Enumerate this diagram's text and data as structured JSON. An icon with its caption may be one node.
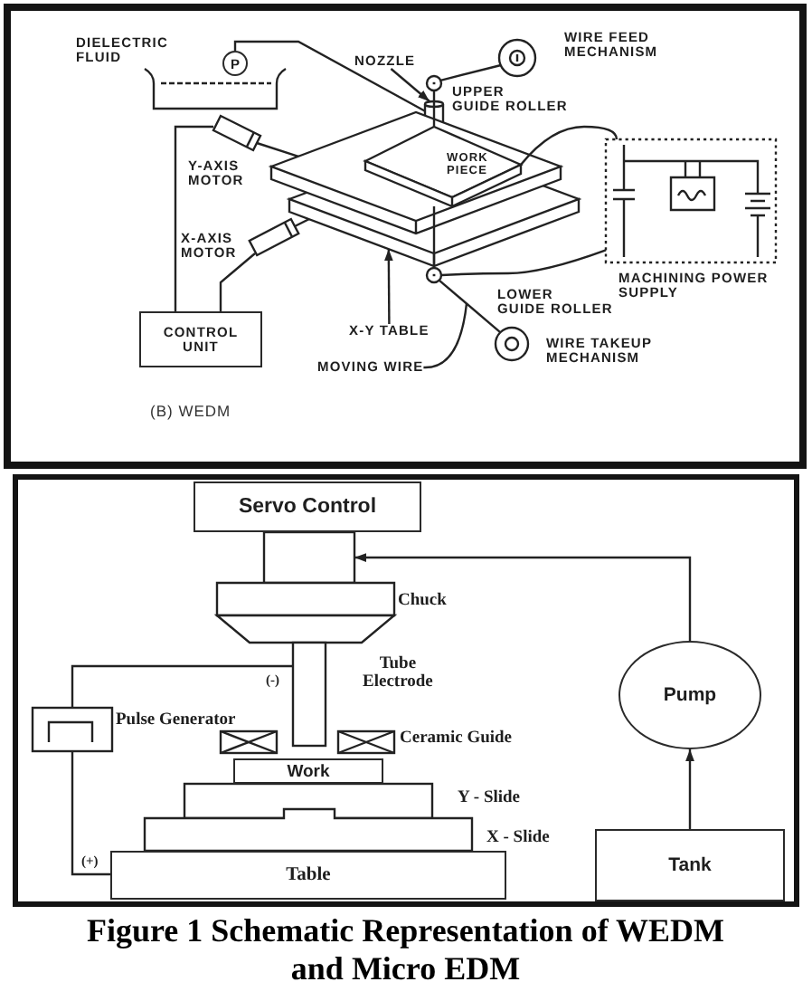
{
  "diagram": {
    "caption": "Figure 1 Schematic Representation of WEDM and Micro EDM",
    "nodes": [
      {
        "text": [],
        "shape": "circle",
        "beside": [
          "WIRE FEED MECHANISM"
        ]
      },
      {
        "text": [],
        "shape": "box",
        "beside": [
          "DIELECTRIC FLUID"
        ]
      },
      {
        "text": [
          "P"
        ]
      },
      {
        "text": [
          "NOZZLE"
        ]
      },
      {
        "text": [],
        "shape": "circle"
      },
      {
        "text": [],
        "shape": "cylinder"
      },
      {
        "text": [],
        "shape": "box"
      },
      {
        "text": [
          "WORK PIECE"
        ],
        "in": 6
      },
      {
        "text": [],
        "shape": "cylinder",
        "beside": [
          "Y-AXIS MOTOR"
        ]
      },
      {
        "text": [],
        "shape": "box",
        "beside": [
          "MACHINING POWER SUPPLY"
        ]
      },
      {
        "text": [],
        "shape": "cylinder",
        "beside": [
          "X-AXIS MOTOR"
        ]
      },
      {
        "text": [],
        "shape": "circle"
      },
      {
        "text": [
          "CONTROL UNIT"
        ]
      },
      {
        "text": [
          "X-Y TABLE"
        ]
      },
      {
        "text": [],
        "shape": "circle",
        "beside": [
          "WIRE TAKEUP MECHANISM"
        ]
      },
      {
        "text": [
          "MOVING WIRE"
        ]
      },
      {
        "text": [
          "Servo Control"
        ]
      },
      {
        "text": [],
        "shape": "box"
      },
      {
        "text": [],
        "shape": "box",
        "beside": [
          "Chuck"
        ]
      },
      {
        "text": [
          "Pump"
        ]
      },
      {
        "text": [],
        "shape": "box"
      },
      {
        "text": [],
        "shape": "box",
        "beside": [
          "Pulse Generator"
        ]
      },
      {
        "text": [],
        "shape": "box"
      },
      {
        "text": [],
        "shape": "box",
        "beside": [
          "Ceramic Guide"
        ]
      },
      {
        "text": [
          "Work"
        ]
      },
      {
        "text": [],
        "shape": "box"
      },
      {
        "text": [],
        "shape": "box",
        "beside": [
          "X - Slide"
        ]
      },
      {
        "text": [
          "Tank"
        ]
      },
      {
        "text": [
          "Table"
        ]
      }
    ],
    "edges": [
      {
        "from": 2,
        "to": 5,
        "arrow": "none"
      },
      {
        "from": 3,
        "to": 5,
        "arrow": "to"
      },
      {
        "from": 0,
        "to": 4,
        "arrow": "none"
      },
      {
        "from": 4,
        "to": 7,
        "arrow": "none"
      },
      {
        "from": 7,
        "to": 11,
        "arrow": "none"
      },
      {
        "from": 11,
        "to": 14,
        "arrow": "none"
      },
      {
        "from": 9,
        "to": 7,
        "arrow": "none"
      },
      {
        "from": 9,
        "to": 11,
        "arrow": "none"
      },
      {
        "from": 12,
        "to": 8,
        "arrow": "none"
      },
      {
        "from": 12,
        "to": 10,
        "arrow": "none"
      },
      {
        "from": 13,
        "to": 6,
        "arrow": "to"
      },
      {
        "from": 15,
        "to": null,
        "arrow": "none"
      },
      {
        "from": 19,
        "to": 17,
        "arrow": "to"
      },
      {
        "from": 27,
        "to": 19,
        "arrow": "to"
      },
      {
        "from": 21,
        "to": 20,
        "arrow": "none",
        "label": "(-)"
      },
      {
        "from": 21,
        "to": 28,
        "arrow": "none",
        "label": "(+)"
      }
    ],
    "labels": [
      "UPPER GUIDE ROLLER",
      "LOWER GUIDE ROLLER",
      "(B) WEDM",
      "Tube Electrode",
      "Y - Slide"
    ]
  }
}
